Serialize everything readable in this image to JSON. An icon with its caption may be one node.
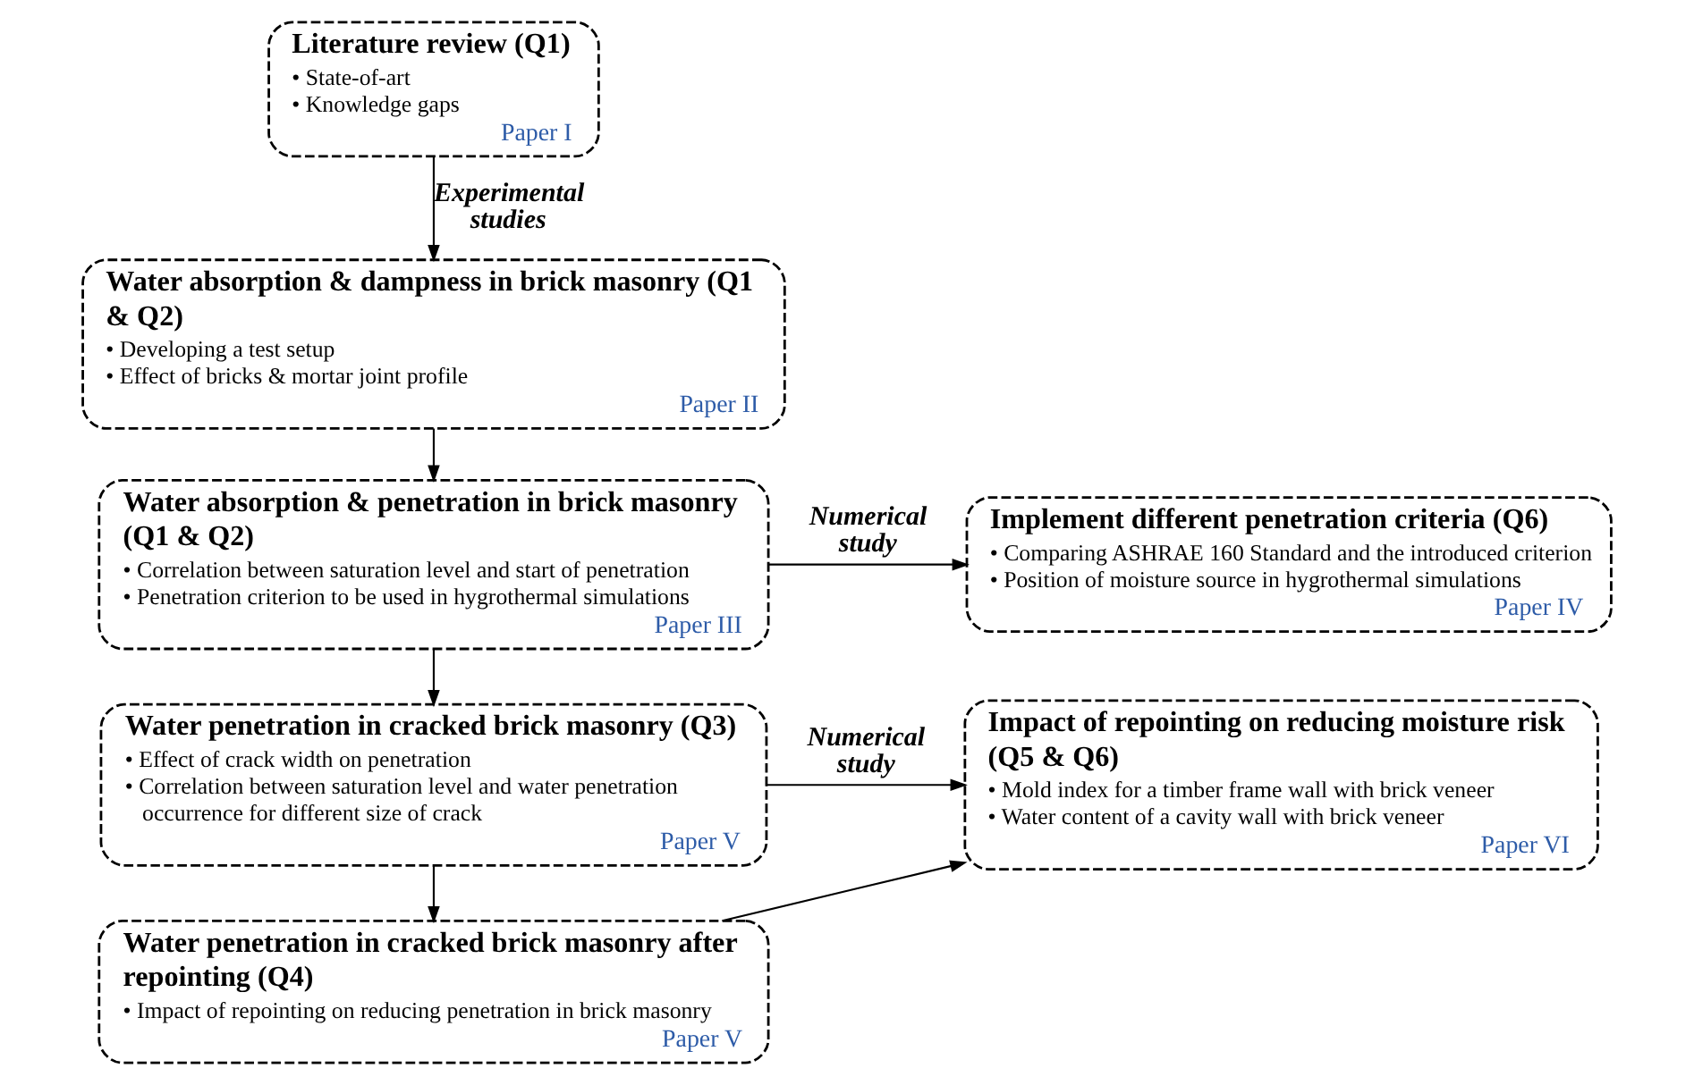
{
  "diagram": {
    "nodes": [
      {
        "text": [
          "Literature review (Q1)",
          "• State-of-art",
          "• Knowledge gaps",
          "Paper I"
        ]
      },
      {
        "text": [
          "Water absorption & dampness in brick masonry (Q1 & Q2)",
          "• Developing a test setup",
          "• Effect of bricks & mortar joint profile",
          "Paper II"
        ]
      },
      {
        "text": [
          "Water absorption & penetration in brick masonry (Q1 & Q2)",
          "• Correlation between saturation level and start of penetration",
          "• Penetration criterion to be used in hygrothermal simulations",
          "Paper III"
        ]
      },
      {
        "text": [
          "Water penetration in cracked brick masonry (Q3)",
          "• Effect of crack width on penetration",
          "• Correlation between saturation level and water penetration occurrence for different size of crack",
          "Paper V"
        ]
      },
      {
        "text": [
          "Water penetration in cracked brick masonry after repointing (Q4)",
          "• Impact of repointing on reducing penetration in brick masonry",
          "Paper V"
        ]
      },
      {
        "text": [
          "Implement different penetration criteria (Q6)",
          "• Comparing ASHRAE 160 Standard and the introduced criterion",
          "• Position of moisture source in hygrothermal simulations",
          "Paper IV"
        ]
      },
      {
        "text": [
          "Impact of repointing on reducing moisture risk (Q5 & Q6)",
          "• Mold index for a timber frame wall with brick veneer",
          "• Water content of a cavity wall with brick veneer",
          "Paper VI"
        ]
      }
    ],
    "edges": [
      {
        "from": 0,
        "to": 1,
        "arrow": "to",
        "label": "Experimental studies"
      },
      {
        "from": 1,
        "to": 2,
        "arrow": "to"
      },
      {
        "from": 2,
        "to": 3,
        "arrow": "to"
      },
      {
        "from": 3,
        "to": 4,
        "arrow": "to"
      },
      {
        "from": 2,
        "to": 5,
        "arrow": "to",
        "label": "Numerical study"
      },
      {
        "from": 3,
        "to": 6,
        "arrow": "to",
        "label": "Numerical study"
      },
      {
        "from": 4,
        "to": 6,
        "arrow": "to"
      }
    ]
  }
}
